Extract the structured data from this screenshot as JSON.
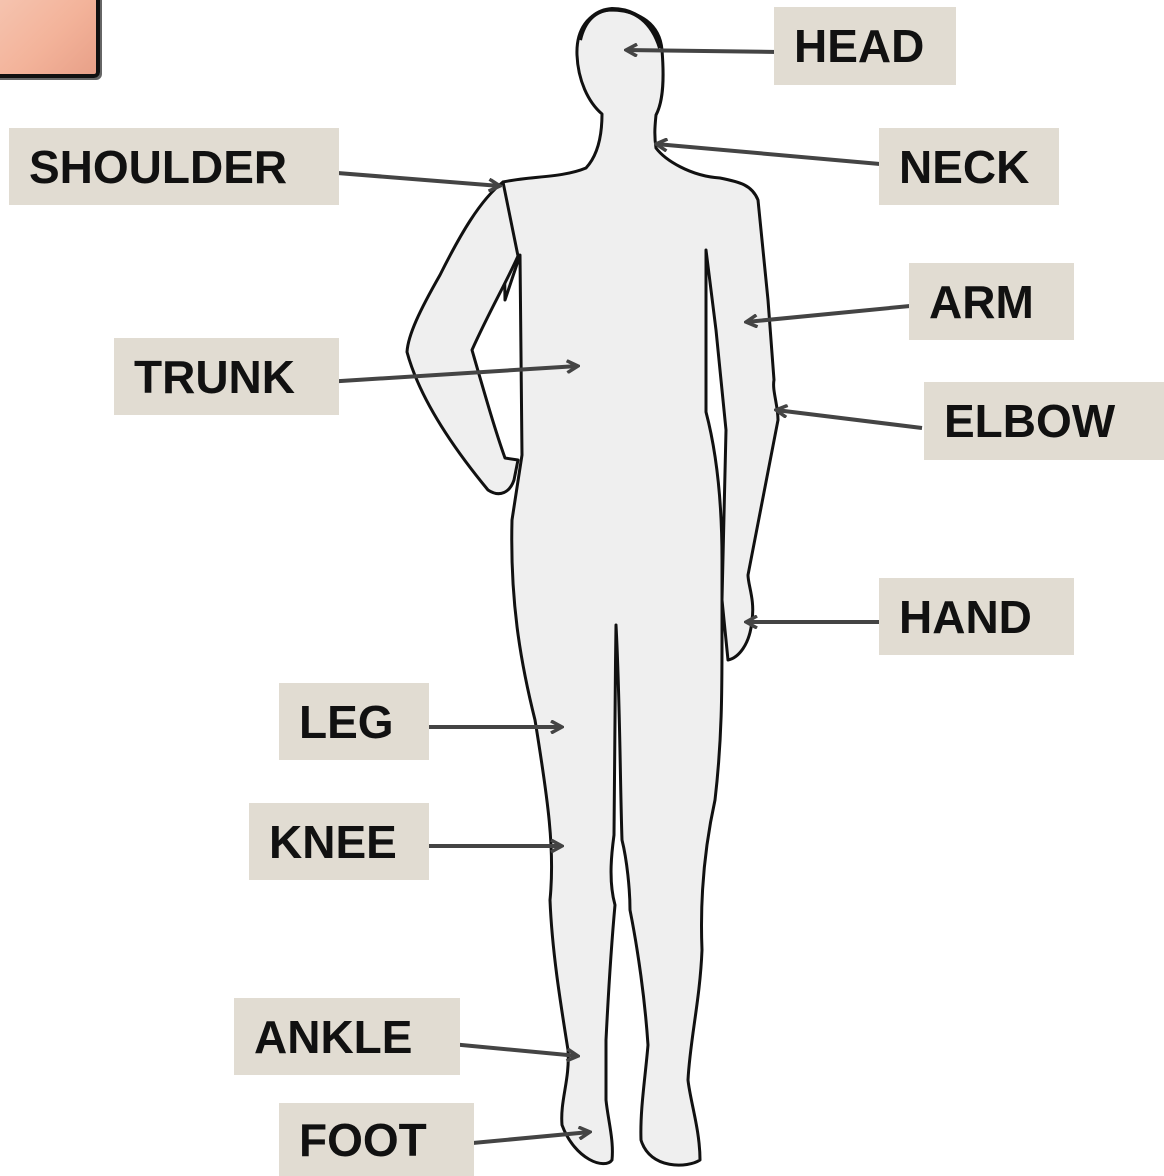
{
  "labels": {
    "head": "HEAD",
    "neck": "NECK",
    "shoulder": "SHOULDER",
    "arm": "ARM",
    "trunk": "TRUNK",
    "elbow": "ELBOW",
    "hand": "HAND",
    "leg": "LEG",
    "knee": "KNEE",
    "ankle": "ANKLE",
    "foot": "FOOT"
  },
  "colors": {
    "label_bg": "#e1dcd2",
    "body_fill": "#efefef",
    "outline": "#111111",
    "arrow": "#444444"
  }
}
